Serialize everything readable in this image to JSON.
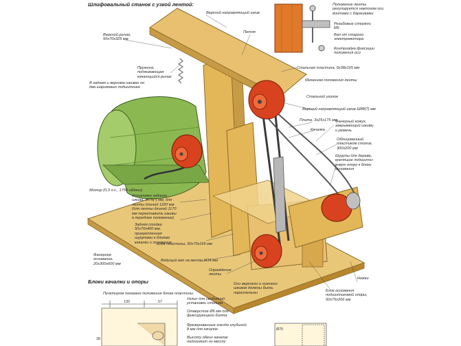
{
  "title": "Шлифовальный станок с узкой лентой:",
  "section_title": "Блоки качалки и опоры",
  "colors": {
    "wood": "#e3b657",
    "wood_dark": "#b8862c",
    "motor": "#8bb851",
    "roller": "#d9421e",
    "metal": "#9a9a9a",
    "belt": "#3a3a3a"
  },
  "labels": {
    "upper_idler": "Верхний направляющий шкив",
    "position_adj": "Положение ленты регулируется наклоном оси винтами с барашками",
    "threaded_rod": "Резьбовые стержни М6",
    "old_motor_shaft": "Вал от старого электромотора",
    "counter_nut": "Контргайка фиксации положения оси",
    "upper_lever": "Верхний рычаг, 50х70х325 мм",
    "hinge": "Петля",
    "spring": "Пружина, поджимающая качающийся рычаг",
    "bearings_note": "В заднем и верхнем шкивах по два шариковых подшипника",
    "steel_plate": "Стальная пластина, 6х38х165 мм",
    "tension_mech": "Механизм положения ленты",
    "steel_angle": "Стальной уголок",
    "upper_pulley_w88": "Верхний направляющий шкив Ш88(7) мм",
    "plate": "Плита, 3х25х175 мм",
    "rocker": "Качалка",
    "plywood_cover": "Фанерный кожух, закрывающий шкивы и ремень",
    "plastic_table": "Облицованный пластиком столик, 300х200 мм",
    "wood_screws": "Шурупы для дерева, крепящие подшипни-ковую опору к блоку основания",
    "motor": "Мотор (0,3 л.с., 1750 об/мин)",
    "rear_pulley": "Установка заднего шкива, Ж75(*) мм, для ленты длиной 1220 мм (для ленты длиной 1170 мм переставить шкивы в переднее положение)",
    "rear_post": "Задняя стойка 50х70х400 мм, прикрепленная шурупами к блокам качалки и основания",
    "base": "Фанерное основание, 20х300х600 мм",
    "plate_block": "Блок пластины, 50х70х165 мм",
    "drive_shaft": "Ведущий вал на место Ж16 мм",
    "belt_guard": "Ограждение ленты",
    "axes_parallel": "Оси верхнего и нижнего шкивов должны быть параллельны",
    "base_block": "Блок основания подшипниковой опоры, 50х75х266 мм",
    "legs": "Ножки",
    "dotted_note": "Пунктиром показано положение блока пластины",
    "recess": "Уклон для свободной установки столика",
    "hole": "Отверстие Ø6 мм для фиксирующего болта",
    "milled": "Фрезерованные гнезда глубиной 8 мм для качалок",
    "height": "Высоту обеих качалок подгоняют по месту"
  },
  "dims": {
    "d130": "130",
    "d57": "57",
    "d870": "Ø70",
    "d38": "38"
  }
}
